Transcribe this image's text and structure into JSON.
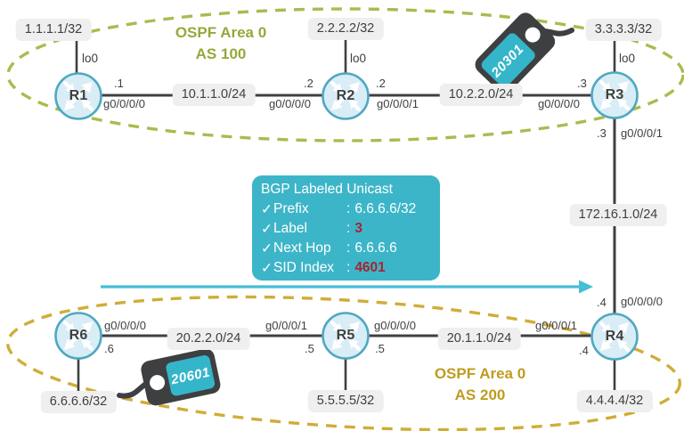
{
  "areas": {
    "top": {
      "title": "OSPF Area 0",
      "as": "AS 100"
    },
    "bottom": {
      "title": "OSPF Area 0",
      "as": "AS 200"
    }
  },
  "routers": {
    "r1": {
      "name": "R1",
      "loopback_ip": "1.1.1.1/32",
      "loopback_if": "lo0"
    },
    "r2": {
      "name": "R2",
      "loopback_ip": "2.2.2.2/32",
      "loopback_if": "lo0"
    },
    "r3": {
      "name": "R3",
      "loopback_ip": "3.3.3.3/32",
      "loopback_if": "lo0"
    },
    "r4": {
      "name": "R4",
      "loopback_ip": "4.4.4.4/32"
    },
    "r5": {
      "name": "R5",
      "loopback_ip": "5.5.5.5/32"
    },
    "r6": {
      "name": "R6",
      "loopback_ip": "6.6.6.6/32"
    }
  },
  "links": {
    "r1_r2": {
      "subnet": "10.1.1.0/24",
      "r1_ip": ".1",
      "r1_if": "g0/0/0/0",
      "r2_ip": ".2",
      "r2_if": "g0/0/0/0"
    },
    "r2_r3": {
      "subnet": "10.2.2.0/24",
      "r2_ip": ".2",
      "r2_if": "g0/0/0/1",
      "r3_ip": ".3",
      "r3_if": "g0/0/0/0"
    },
    "r3_r4": {
      "subnet": "172.16.1.0/24",
      "r3_ip": ".3",
      "r3_if": "g0/0/0/1",
      "r4_ip": ".4",
      "r4_if": "g0/0/0/0"
    },
    "r6_r5": {
      "subnet": "20.2.2.0/24",
      "r6_ip": ".6",
      "r6_if": "g0/0/0/0",
      "r5_ip": ".5",
      "r5_if": "g0/0/0/1"
    },
    "r5_r4": {
      "subnet": "20.1.1.0/24",
      "r5_ip": ".5",
      "r5_if": "g0/0/0/0",
      "r4_ip": ".4",
      "r4_if": "g0/0/0/1"
    }
  },
  "sid_tags": {
    "r3_tag": "20301",
    "r6_tag": "20601"
  },
  "bgp_box": {
    "title": "BGP Labeled Unicast",
    "rows": [
      {
        "check": "✓",
        "name": "Prefix",
        "colon": ":",
        "value": "6.6.6.6/32",
        "highlight": false
      },
      {
        "check": "✓",
        "name": "Label",
        "colon": ":",
        "value": "3",
        "highlight": true
      },
      {
        "check": "✓",
        "name": "Next Hop",
        "colon": ":",
        "value": "6.6.6.6",
        "highlight": false
      },
      {
        "check": "✓",
        "name": "SID Index",
        "colon": ":",
        "value": "4601",
        "highlight": true
      }
    ]
  },
  "colors": {
    "line": "#3f4040",
    "teal_box": "#3db5c8",
    "arrow_cyan": "#48bdd8",
    "green_area": "#a6bd4f",
    "gold_area": "#d0ad38",
    "red_value": "#a8232f",
    "tag_body": "#3e3f41",
    "tag_label": "#35b5ca",
    "router_fill": "#d8edf5",
    "router_stroke": "#4fa8c1"
  }
}
